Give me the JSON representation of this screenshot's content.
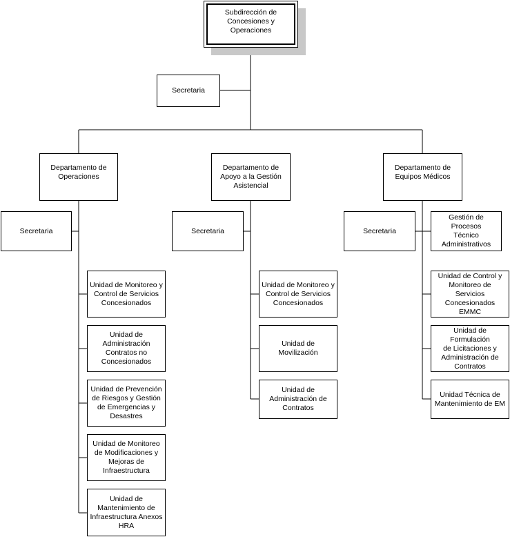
{
  "root": {
    "label": "Subdirección de\nConcesiones y\nOperaciones"
  },
  "root_secretaria": {
    "label": "Secretaria"
  },
  "departments": [
    {
      "label": "Departamento de\nOperaciones",
      "secretaria": "Secretaria",
      "units": [
        "Unidad de Monitoreo y\nControl de Servicios\nConcesionados",
        "Unidad de\nAdministración\nContratos no\nConcesionados",
        "Unidad de Prevención\nde Riesgos y Gestión\nde Emergencias y\nDesastres",
        "Unidad de Monitoreo\nde Modificaciones y\nMejoras de\nInfraestructura",
        "Unidad de\nMantenimiento de\nInfraestructura Anexos\nHRA"
      ]
    },
    {
      "label": "Departamento de\nApoyo a la Gestión\nAsistencial",
      "secretaria": "Secretaria",
      "units": [
        "Unidad de Monitoreo y\nControl de Servicios\nConcesionados",
        "Unidad de Movilización",
        "Unidad de\nAdministración de\nContratos"
      ]
    },
    {
      "label": "Departamento de\nEquipos Médicos",
      "secretaria": "Secretaria",
      "side_unit": "Gestión de Procesos\nTécnico\nAdministrativos",
      "units": [
        "Unidad de Control y\nMonitoreo de Servicios\nConcesionados EMMC",
        "Unidad de Formulación\nde Licitaciones y\nAdministración de\nContratos",
        "Unidad Técnica de\nMantenimiento de EM"
      ]
    }
  ]
}
